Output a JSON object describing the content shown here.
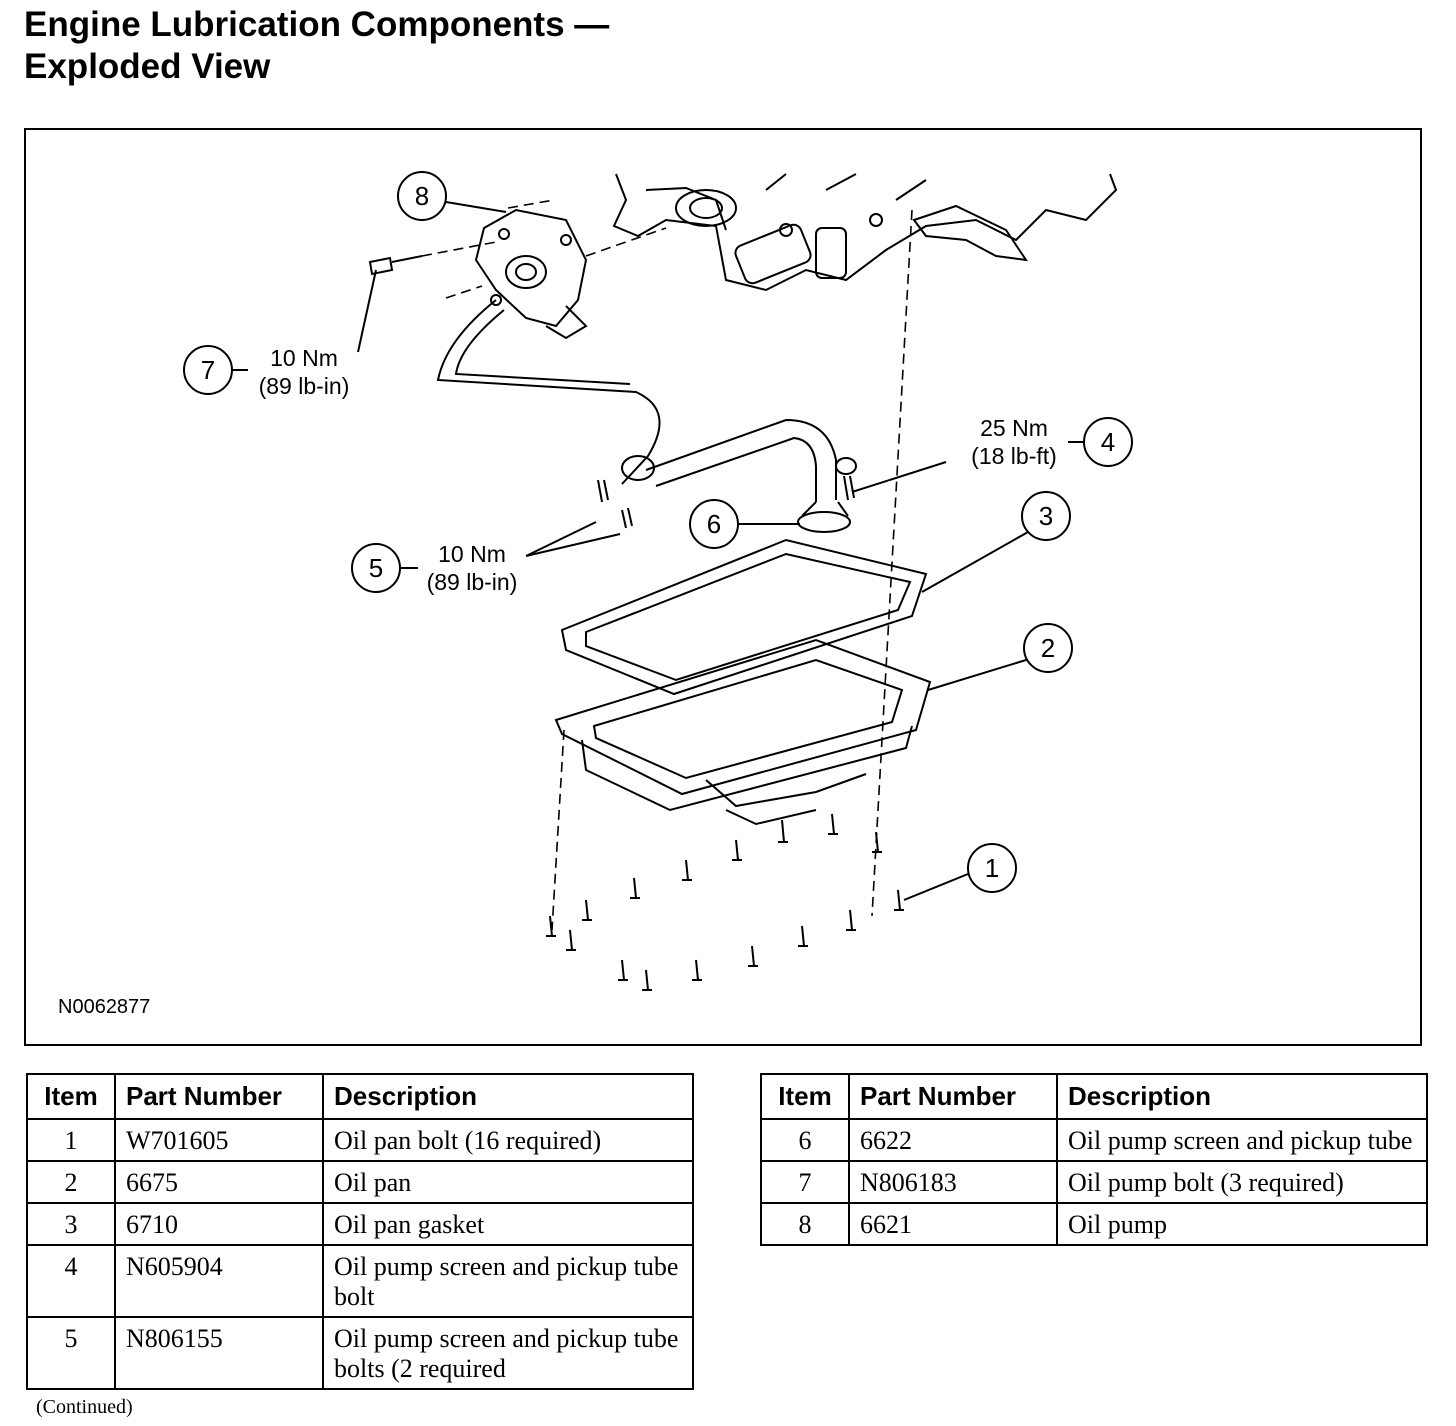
{
  "title": {
    "line1": "Engine Lubrication Components —",
    "line2": "Exploded View"
  },
  "figure": {
    "id": "N0062877",
    "callouts": [
      {
        "num": "1"
      },
      {
        "num": "2"
      },
      {
        "num": "3"
      },
      {
        "num": "4",
        "torque_nm": "25 Nm",
        "torque_imp": "(18 lb-ft)"
      },
      {
        "num": "5",
        "torque_nm": "10 Nm",
        "torque_imp": "(89 lb-in)"
      },
      {
        "num": "6"
      },
      {
        "num": "7",
        "torque_nm": "10 Nm",
        "torque_imp": "(89 lb-in)"
      },
      {
        "num": "8"
      }
    ]
  },
  "table": {
    "headers": {
      "item": "Item",
      "part_number": "Part Number",
      "description": "Description"
    },
    "left_rows": [
      {
        "item": "1",
        "part": "W701605",
        "desc": "Oil pan bolt (16 required)"
      },
      {
        "item": "2",
        "part": "6675",
        "desc": "Oil pan"
      },
      {
        "item": "3",
        "part": "6710",
        "desc": "Oil pan gasket"
      },
      {
        "item": "4",
        "part": "N605904",
        "desc": "Oil pump screen and pickup tube bolt"
      },
      {
        "item": "5",
        "part": "N806155",
        "desc": "Oil pump screen and pickup tube bolts (2 required"
      }
    ],
    "right_rows": [
      {
        "item": "6",
        "part": "6622",
        "desc": "Oil pump screen and pickup tube"
      },
      {
        "item": "7",
        "part": "N806183",
        "desc": "Oil pump bolt (3 required)"
      },
      {
        "item": "8",
        "part": "6621",
        "desc": "Oil pump"
      }
    ]
  },
  "footer": {
    "continued": "(Continued)"
  }
}
